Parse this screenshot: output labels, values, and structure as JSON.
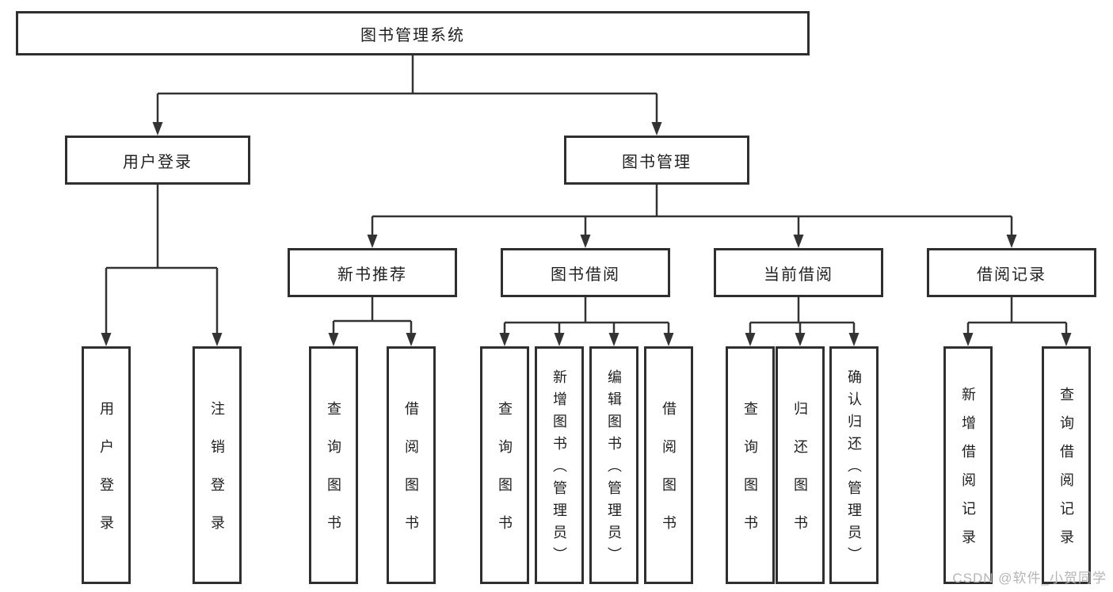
{
  "diagram_title": "图书管理系统",
  "nodes": {
    "root": "图书管理系统",
    "userLogin": {
      "label": "用户登录",
      "children": [
        "用户登录",
        "注销登录"
      ]
    },
    "bookMgmt": {
      "label": "图书管理"
    },
    "newBookRec": {
      "label": "新书推荐",
      "children": [
        "查询图书",
        "借阅图书"
      ]
    },
    "bookBorrow": {
      "label": "图书借阅",
      "children": [
        "查询图书",
        "新增图书（管理员）",
        "编辑图书（管理员）",
        "借阅图书"
      ]
    },
    "currentBorrow": {
      "label": "当前借阅",
      "children": [
        "查询图书",
        "归还图书",
        "确认归还（管理员）"
      ]
    },
    "borrowRecords": {
      "label": "借阅记录",
      "children": [
        "新增借阅记录",
        "查询借阅记录"
      ]
    }
  },
  "watermark": "CSDN @软件_小贺同学",
  "colors": {
    "box_border": "#2f2f2f",
    "connector_line": "#333333",
    "text": "#1f1f1f",
    "watermark": "#b5b5b5",
    "background": "#ffffff"
  }
}
